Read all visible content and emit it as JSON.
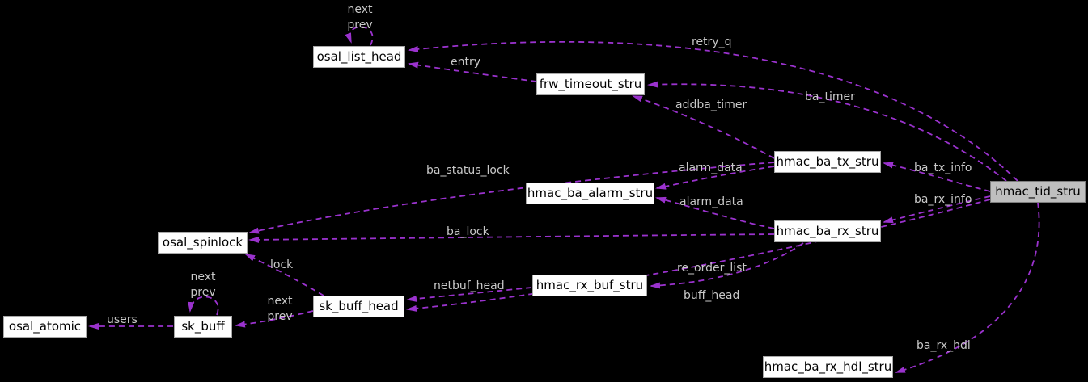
{
  "colors": {
    "edge": "#9a32cd",
    "edge_label": "#c8c8c8",
    "node_fill": "#fefefe",
    "node_border": "#a8a8a8",
    "node_text": "#000000",
    "highlight_fill": "#bfbfbf",
    "highlight_border": "#7d7d7d",
    "background": "#000000"
  },
  "nodes": {
    "osal_list_head": {
      "label": "osal_list_head"
    },
    "frw_timeout_stru": {
      "label": "frw_timeout_stru"
    },
    "hmac_ba_tx_stru": {
      "label": "hmac_ba_tx_stru"
    },
    "hmac_ba_alarm_stru": {
      "label": "hmac_ba_alarm_stru"
    },
    "hmac_tid_stru": {
      "label": "hmac_tid_stru"
    },
    "hmac_ba_rx_stru": {
      "label": "hmac_ba_rx_stru"
    },
    "osal_spinlock": {
      "label": "osal_spinlock"
    },
    "sk_buff_head": {
      "label": "sk_buff_head"
    },
    "hmac_rx_buf_stru": {
      "label": "hmac_rx_buf_stru"
    },
    "sk_buff": {
      "label": "sk_buff"
    },
    "osal_atomic": {
      "label": "osal_atomic"
    },
    "hmac_ba_rx_hdl_stru": {
      "label": "hmac_ba_rx_hdl_stru"
    }
  },
  "edge_labels": {
    "list_head_self": {
      "label": "next\nprev"
    },
    "retry_q": {
      "label": "retry_q"
    },
    "entry": {
      "label": "entry"
    },
    "ba_timer": {
      "label": "ba_timer"
    },
    "addba_timer": {
      "label": "addba_timer"
    },
    "alarm_data_tx": {
      "label": "alarm_data"
    },
    "alarm_data_rx": {
      "label": "alarm_data"
    },
    "ba_tx_info": {
      "label": "ba_tx_info"
    },
    "ba_rx_info": {
      "label": "ba_rx_info"
    },
    "ba_status_lock": {
      "label": "ba_status_lock"
    },
    "ba_lock": {
      "label": "ba_lock"
    },
    "lock": {
      "label": "lock"
    },
    "netbuf_head": {
      "label": "netbuf_head"
    },
    "re_order_list": {
      "label": "re_order_list"
    },
    "buff_head": {
      "label": "buff_head"
    },
    "sk_buff_self": {
      "label": "next\nprev"
    },
    "sk_buff_next_prev": {
      "label": "next\nprev"
    },
    "users": {
      "label": "users"
    },
    "ba_rx_hdl": {
      "label": "ba_rx_hdl"
    }
  }
}
